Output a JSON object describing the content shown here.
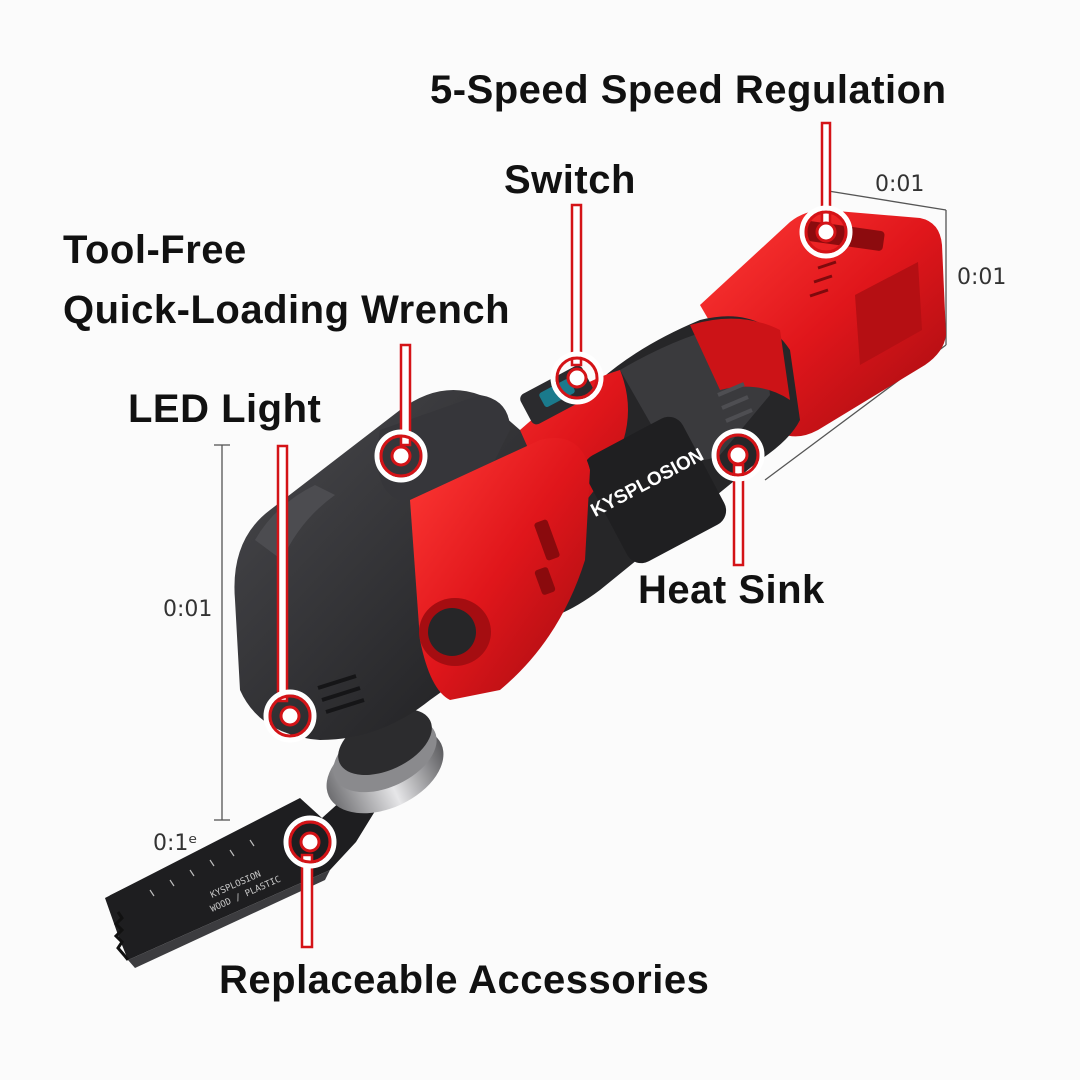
{
  "labels": {
    "speed_regulation": "5-Speed Speed Regulation",
    "switch": "Switch",
    "wrench_line1": "Tool-Free",
    "wrench_line2": "Quick-Loading Wrench",
    "led_light": "LED Light",
    "heat_sink": "Heat Sink",
    "replaceable": "Replaceable Accessories"
  },
  "dimensions": {
    "top": "0:01",
    "right": "0:01",
    "left": "0:01",
    "blade": "0:1ᵉ"
  },
  "brand": "KYSPLOSION",
  "blade_text": {
    "line1": "KYSPLOSION",
    "line2": "WOOD / PLASTIC"
  },
  "colors": {
    "accent_red": "#e0161b",
    "body_black": "#2a2a2c",
    "text": "#111111"
  }
}
